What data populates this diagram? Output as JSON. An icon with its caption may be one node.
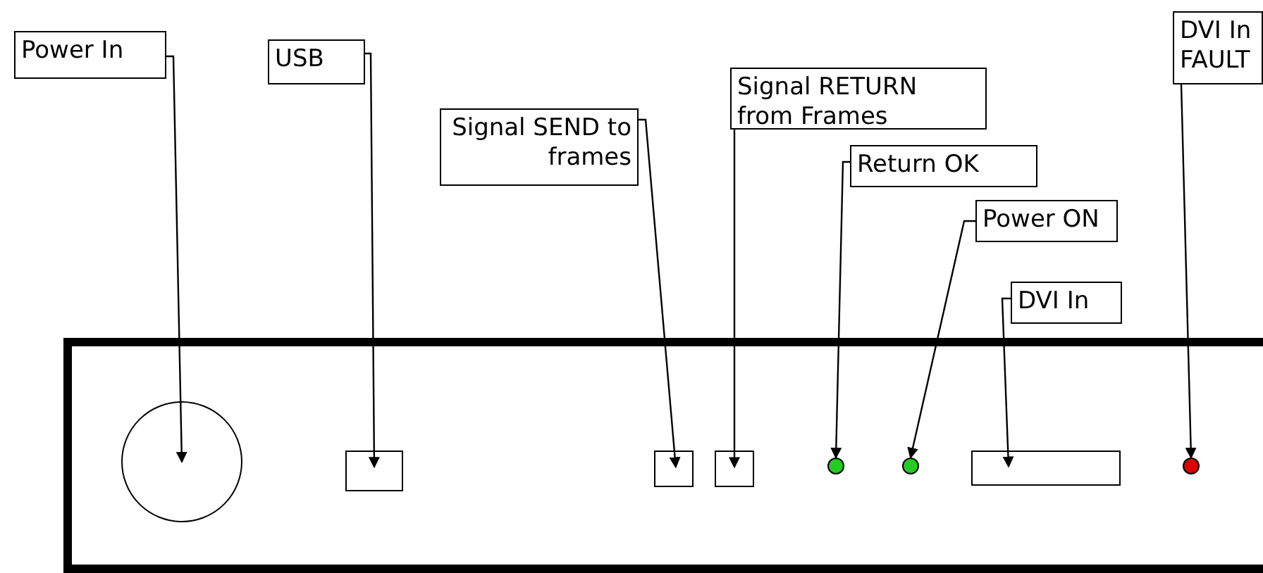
{
  "diagram": {
    "nodes": [
      {
        "text": [
          "Power In"
        ]
      },
      {
        "text": [
          "USB"
        ]
      },
      {
        "text": [
          "Signal SEND to frames"
        ]
      },
      {
        "text": [
          "Signal RETURN from Frames"
        ]
      },
      {
        "text": [
          "Return OK"
        ]
      },
      {
        "text": [
          "Power ON"
        ]
      },
      {
        "text": [
          "DVI In"
        ]
      },
      {
        "text": [
          "DVI In FAULT"
        ]
      },
      {
        "text": [],
        "shape": "box"
      },
      {
        "text": [],
        "shape": "circle",
        "in": 8
      },
      {
        "text": [],
        "shape": "box",
        "in": 8
      },
      {
        "text": [],
        "shape": "box",
        "in": 8
      },
      {
        "text": [],
        "shape": "box",
        "in": 8
      },
      {
        "text": [],
        "shape": "circle",
        "in": 8
      },
      {
        "text": [],
        "shape": "circle",
        "in": 8
      },
      {
        "text": [],
        "shape": "box",
        "in": 8
      },
      {
        "text": [],
        "shape": "circle",
        "in": 8
      }
    ],
    "edges": [
      {
        "from": 0,
        "to": 9,
        "arrow": "to"
      },
      {
        "from": 1,
        "to": 10,
        "arrow": "to"
      },
      {
        "from": 2,
        "to": 11,
        "arrow": "to"
      },
      {
        "from": 3,
        "to": 12,
        "arrow": "to"
      },
      {
        "from": 4,
        "to": 13,
        "arrow": "to"
      },
      {
        "from": 5,
        "to": 14,
        "arrow": "to"
      },
      {
        "from": 6,
        "to": 15,
        "arrow": "to"
      },
      {
        "from": 7,
        "to": 16,
        "arrow": "to"
      }
    ]
  }
}
